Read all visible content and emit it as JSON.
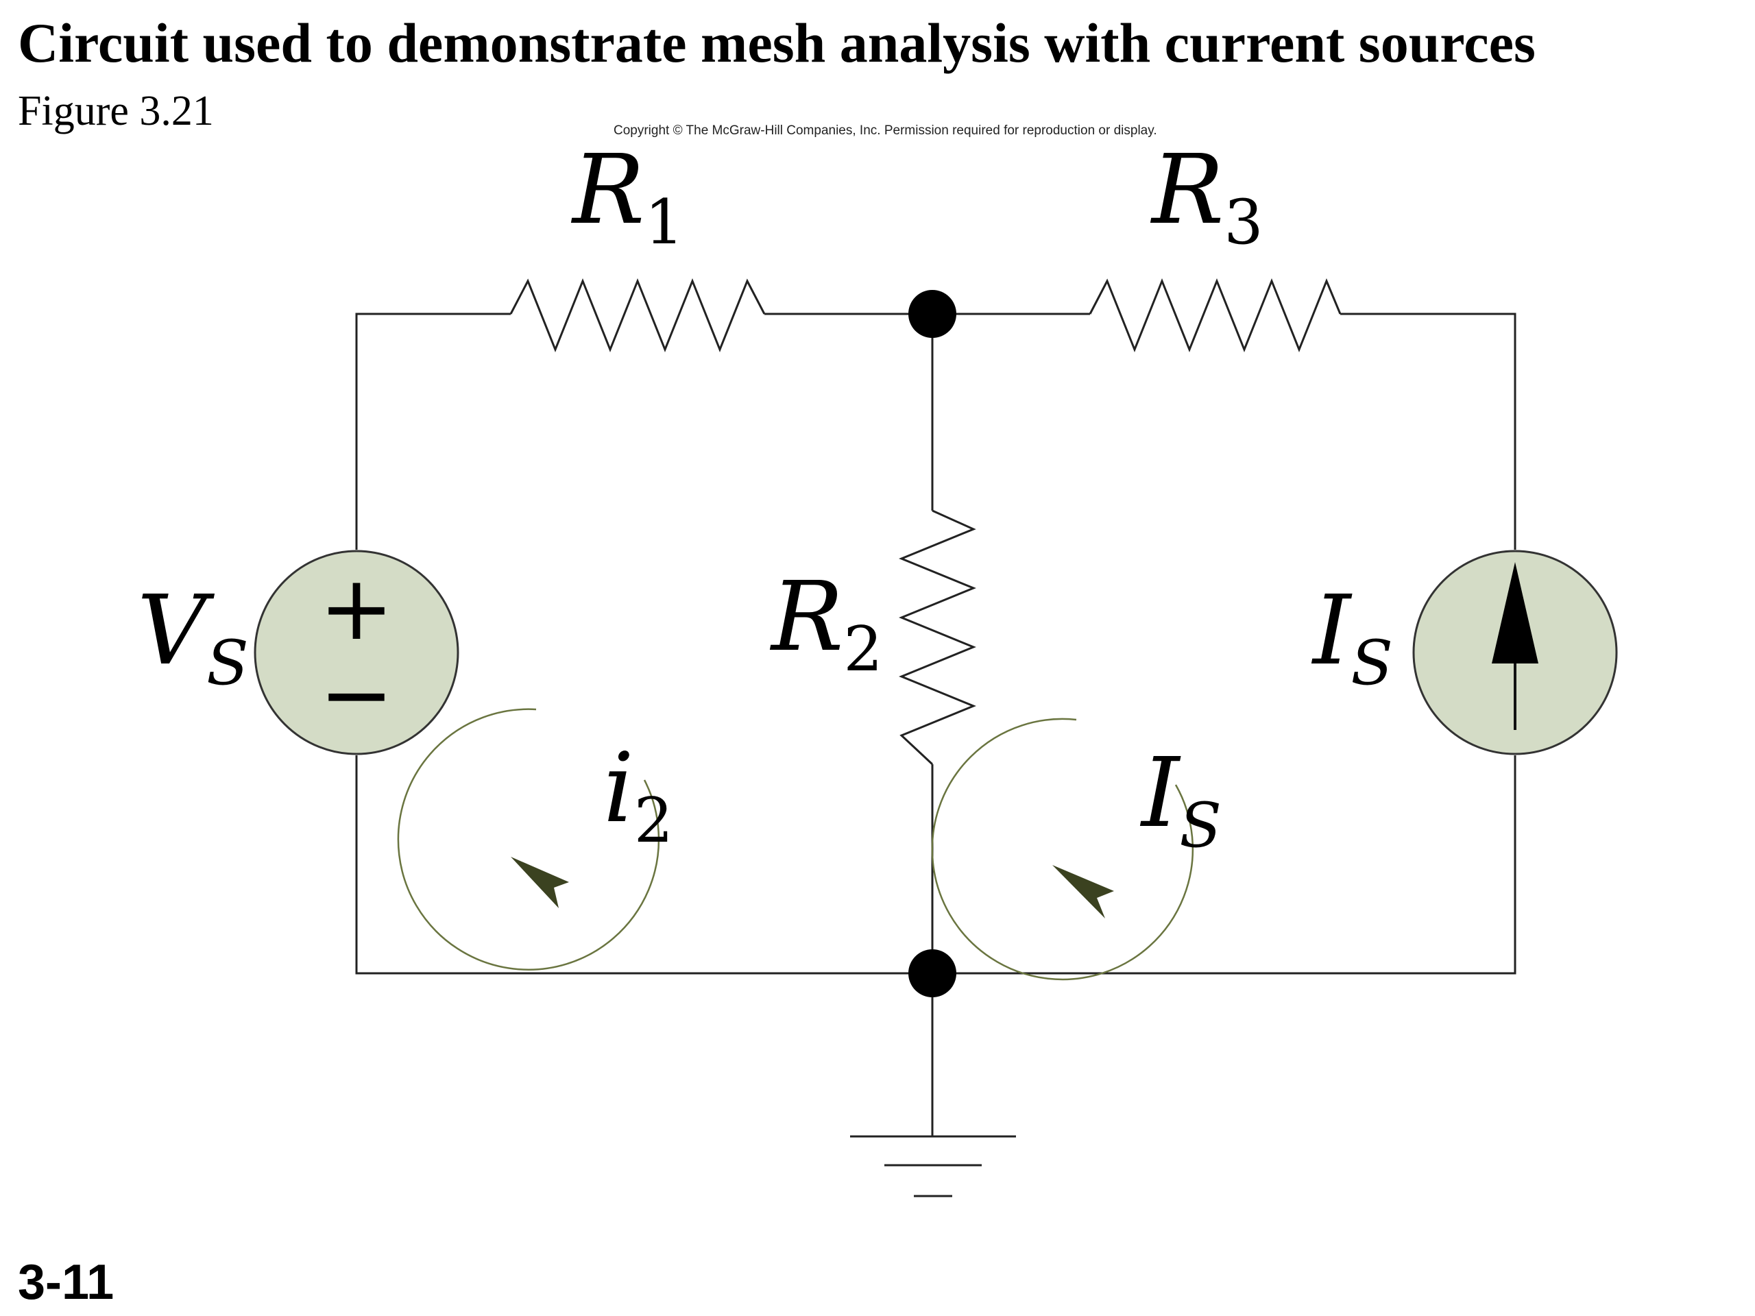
{
  "header": {
    "title": "Circuit used to demonstrate mesh analysis with current sources",
    "figure": "Figure 3.21"
  },
  "copyright": "Copyright © The McGraw-Hill Companies, Inc. Permission required for reproduction or display.",
  "footer": {
    "slide_number": "3-11"
  },
  "circuit": {
    "labels": {
      "r1": {
        "main": "R",
        "sub": "1"
      },
      "r2": {
        "main": "R",
        "sub": "2"
      },
      "r3": {
        "main": "R",
        "sub": "3"
      },
      "vs": {
        "main": "V",
        "sub": "S"
      },
      "is_source": {
        "main": "I",
        "sub": "S"
      },
      "mesh_left": {
        "main": "i",
        "sub": "2"
      },
      "mesh_right": {
        "main": "I",
        "sub": "S"
      }
    },
    "voltage_source_signs": {
      "plus": "+",
      "minus": "−"
    },
    "colors": {
      "source_fill": "#d4dcc6",
      "mesh_arrow": "#3b4220",
      "wire": "#222222",
      "node": "#000000"
    }
  }
}
